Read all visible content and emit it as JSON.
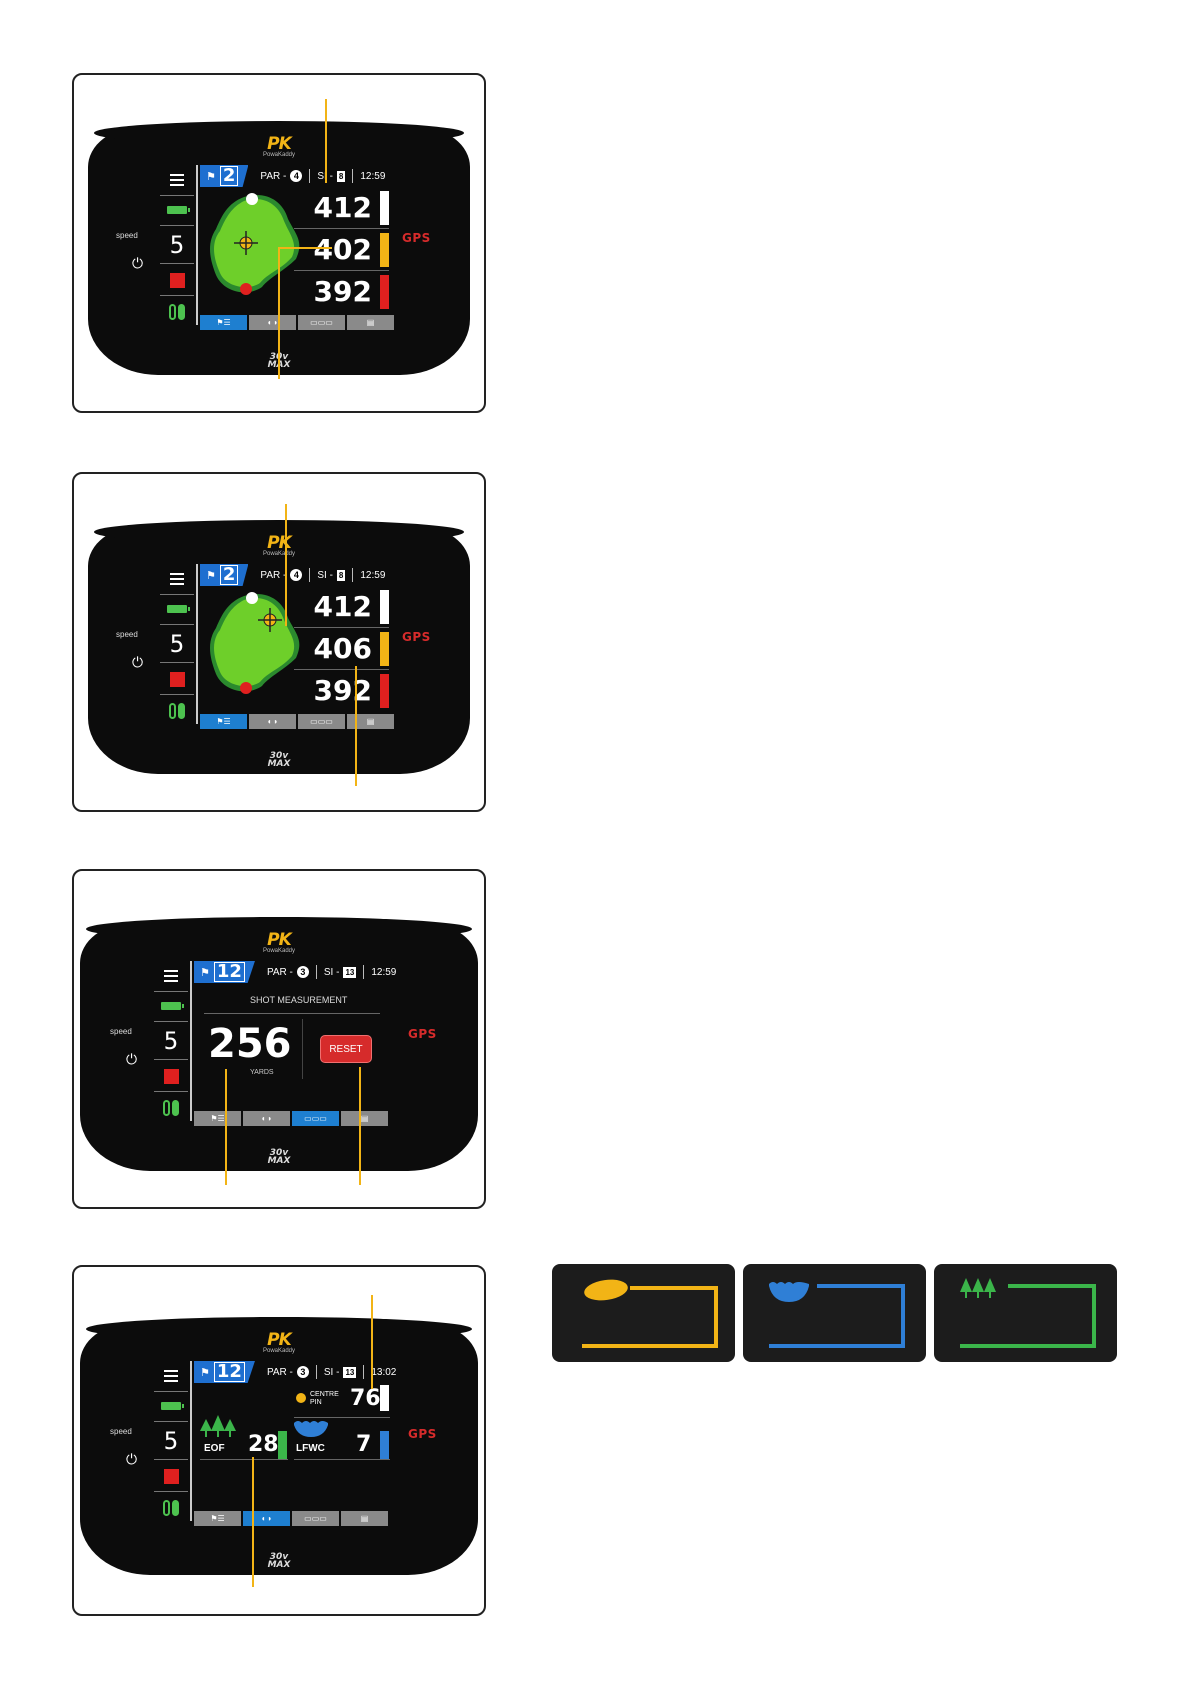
{
  "brand": {
    "logo_text": "PK",
    "logo_sub": "PowaKaddy",
    "model_top": "30v",
    "model_bottom": "MAX"
  },
  "common": {
    "speed_label": "speed",
    "speed_value": "5",
    "gps_label": "GPS",
    "power_symbol": "⏻"
  },
  "panels": [
    {
      "hole": "2",
      "par": "4",
      "si": "8",
      "time": "12:59",
      "distances": [
        "412",
        "402",
        "392"
      ]
    },
    {
      "hole": "2",
      "par": "4",
      "si": "8",
      "time": "12:59",
      "distances": [
        "412",
        "406",
        "392"
      ]
    },
    {
      "hole": "12",
      "par": "3",
      "si": "13",
      "time": "12:59",
      "shot_title": "SHOT MEASUREMENT",
      "shot_value": "256",
      "shot_unit": "YARDS",
      "reset_label": "RESET"
    },
    {
      "hole": "12",
      "par": "3",
      "si": "13",
      "time": "13:02",
      "centre_label_1": "CENTRE",
      "centre_label_2": "PIN",
      "centre_value": "76",
      "hazard_left_label": "EOF",
      "hazard_left_value": "28",
      "hazard_right_label": "LFWC",
      "hazard_right_value": "7"
    }
  ],
  "labels": {
    "par": "PAR -",
    "si": "SI -"
  },
  "legend_cards": [
    {
      "hazard": "bunker",
      "color": "#f2b416"
    },
    {
      "hazard": "water",
      "color": "#2f7fd6"
    },
    {
      "hazard": "trees",
      "color": "#3bb54a"
    }
  ]
}
